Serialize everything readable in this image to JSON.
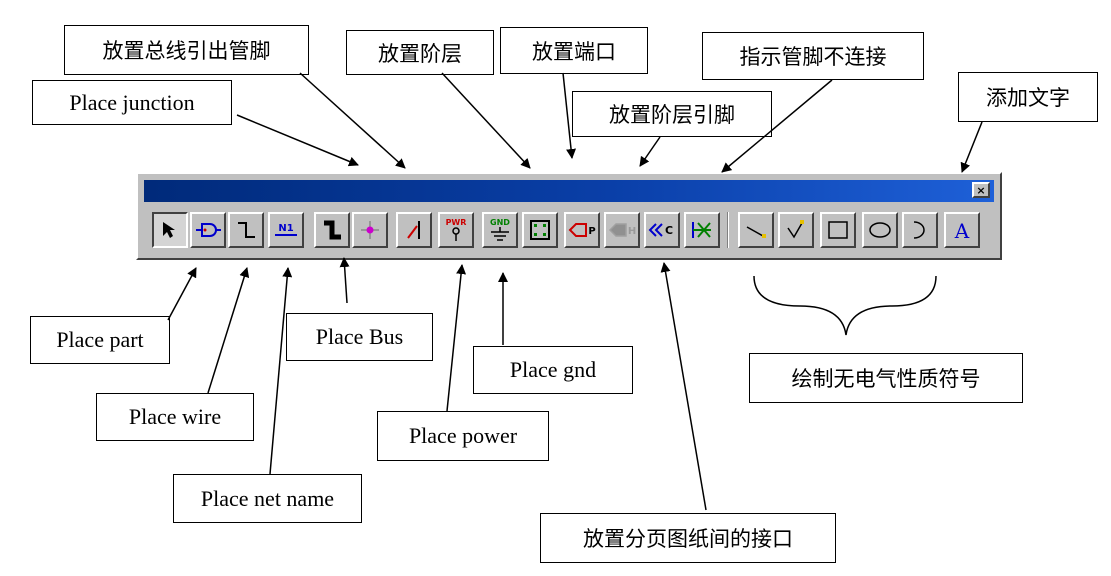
{
  "toolbar": {
    "close_label": "×"
  },
  "labels": {
    "bus_entry": "放置总线引出管脚",
    "place_junction": "Place junction",
    "hierarchy": "放置阶层",
    "port": "放置端口",
    "hier_pin": "放置阶层引脚",
    "no_connect": "指示管脚不连接",
    "add_text": "添加文字",
    "place_part": "Place part",
    "place_wire": "Place wire",
    "place_net_name": "Place net name",
    "place_bus": "Place Bus",
    "place_power": "Place power",
    "place_gnd": "Place gnd",
    "off_page": "放置分页图纸间的接口",
    "non_electrical": "绘制无电气性质符号"
  },
  "icons": {
    "pwr": "PWR",
    "gnd": "GND",
    "port": "P",
    "hier_pin": "H",
    "off_page": "C",
    "net_label": "N1",
    "text": "A"
  },
  "colors": {
    "title_bar": "#0a3fa8",
    "icon_blue": "#0000cc",
    "icon_red": "#cc0000",
    "icon_green": "#008000"
  }
}
